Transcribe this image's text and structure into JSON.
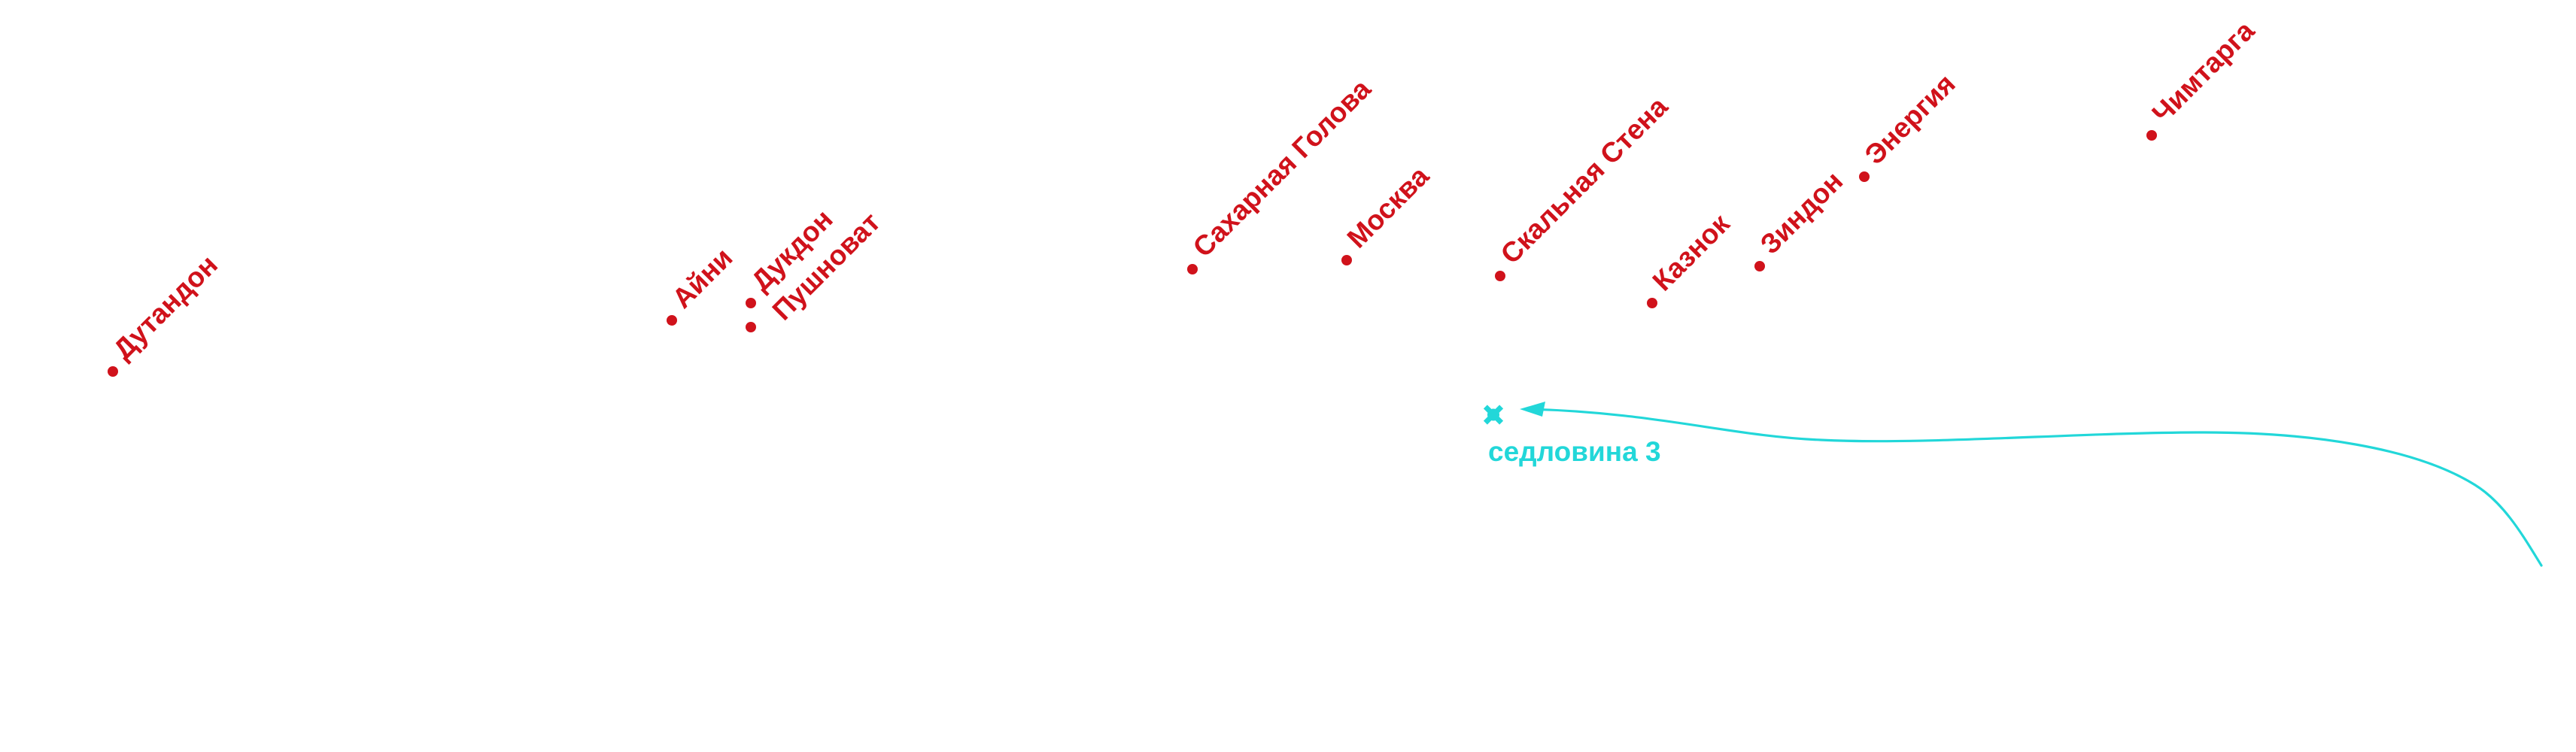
{
  "map": {
    "peaks": [
      {
        "name": "Дутандон"
      },
      {
        "name": "Айни"
      },
      {
        "name": "Дукдон"
      },
      {
        "name": "Пушноват"
      },
      {
        "name": "Сахарная Голова"
      },
      {
        "name": "Москва"
      },
      {
        "name": "Скальная Стена"
      },
      {
        "name": "Казнок"
      },
      {
        "name": "Зиндон"
      },
      {
        "name": "Энергия"
      },
      {
        "name": "Чимтарга"
      }
    ],
    "waypoint": {
      "name": "седловина 3",
      "icon": "cross-marker-icon"
    },
    "colors": {
      "peaks": "#d0121b",
      "route": "#22d7d9"
    }
  }
}
